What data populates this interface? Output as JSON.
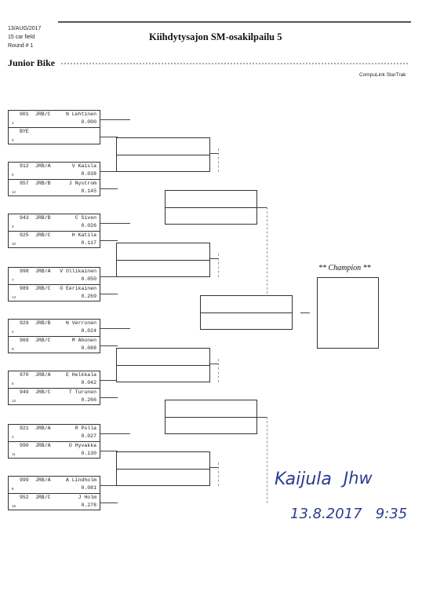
{
  "header": {
    "date": "13/AUG/2017",
    "field": "15 car field",
    "round": "Round # 1",
    "title": "Kiihdytysajon SM-osakilpailu 5",
    "class": "Junior Bike",
    "brand": "CompuLink StarTrak"
  },
  "pairs": [
    {
      "top": {
        "car": "901",
        "cls": "JRB/C",
        "name": "N Lehtinen",
        "seed": "1",
        "time": "0.000"
      },
      "bottom": {
        "car": "",
        "cls": "",
        "name": "BYE",
        "seed": "0",
        "time": ""
      }
    },
    {
      "top": {
        "car": "912",
        "cls": "JRB/A",
        "name": "V Kaisla",
        "seed": "5",
        "time": "0.038"
      },
      "bottom": {
        "car": "957",
        "cls": "JRB/B",
        "name": "J Nystrom",
        "seed": "12",
        "time": "0.145"
      }
    },
    {
      "top": {
        "car": "943",
        "cls": "JRB/B",
        "name": "C Siven",
        "seed": "3",
        "time": "0.026"
      },
      "bottom": {
        "car": "925",
        "cls": "JRB/C",
        "name": "H Katila",
        "seed": "10",
        "time": "0.117"
      }
    },
    {
      "top": {
        "car": "998",
        "cls": "JRB/A",
        "name": "V Ollikainen",
        "seed": "7",
        "time": "0.050"
      },
      "bottom": {
        "car": "989",
        "cls": "JRB/C",
        "name": "O Eerikainen",
        "seed": "14",
        "time": "0.269"
      }
    },
    {
      "top": {
        "car": "929",
        "cls": "JRB/B",
        "name": "N Verronen",
        "seed": "2",
        "time": "0.024"
      },
      "bottom": {
        "car": "969",
        "cls": "JRB/C",
        "name": "M Ahonen",
        "seed": "9",
        "time": "0.088"
      }
    },
    {
      "top": {
        "car": "970",
        "cls": "JRB/A",
        "name": "E Helkkala",
        "seed": "6",
        "time": "0.042"
      },
      "bottom": {
        "car": "949",
        "cls": "JRB/C",
        "name": "T Turunen",
        "seed": "13",
        "time": "0.266"
      }
    },
    {
      "top": {
        "car": "921",
        "cls": "JRB/A",
        "name": "R Polla",
        "seed": "4",
        "time": "0.027"
      },
      "bottom": {
        "car": "990",
        "cls": "JRB/A",
        "name": "O Hyvakka",
        "seed": "11",
        "time": "0.130"
      }
    },
    {
      "top": {
        "car": "999",
        "cls": "JRB/A",
        "name": "A Lindholm",
        "seed": "8",
        "time": "0.081"
      },
      "bottom": {
        "car": "952",
        "cls": "JRB/C",
        "name": "J Holm",
        "seed": "15",
        "time": "0.278"
      }
    }
  ],
  "champion": {
    "label": "** Champion **"
  },
  "signature": {
    "name": "Kaijula",
    "initials": "Jhw",
    "datetime": "13.8.2017   9:35"
  }
}
